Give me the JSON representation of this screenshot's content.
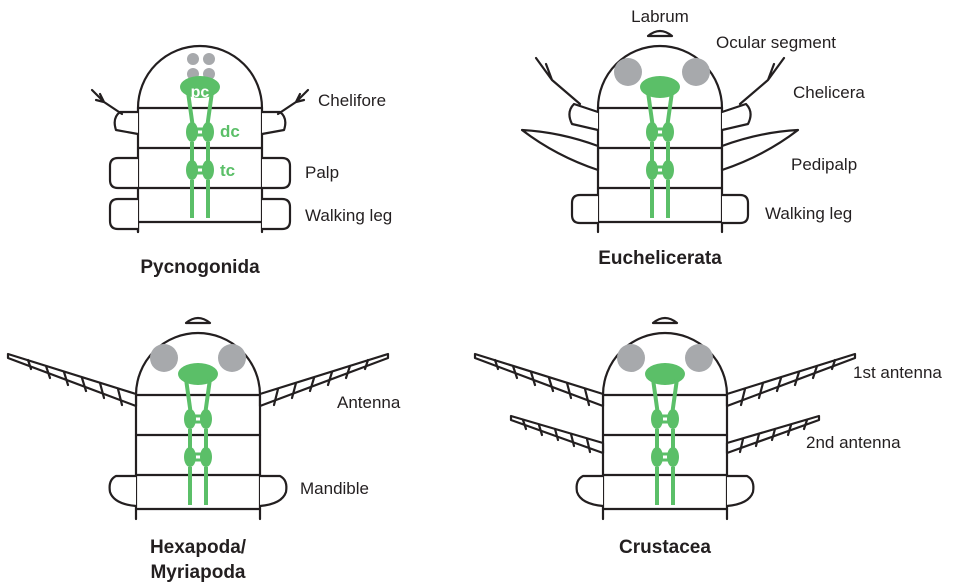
{
  "colors": {
    "nerve": "#5bbf68",
    "eye": "#a7a9ac",
    "outline": "#231f20",
    "background": "#ffffff"
  },
  "panels": {
    "pycnogonida": {
      "title": "Pycnogonida",
      "labels": {
        "appendage1": "Chelifore",
        "appendage2": "Palp",
        "appendage3": "Walking leg"
      },
      "ganglia": {
        "first": "pc",
        "second": "dc",
        "third": "tc"
      }
    },
    "euchelicerata": {
      "title": "Euchelicerata",
      "labels": {
        "labrum": "Labrum",
        "ocular": "Ocular segment",
        "appendage1": "Chelicera",
        "appendage2": "Pedipalp",
        "appendage3": "Walking leg"
      }
    },
    "hexapoda": {
      "title_line1": "Hexapoda/",
      "title_line2": "Myriapoda",
      "labels": {
        "appendage1": "Antenna",
        "appendage3": "Mandible"
      }
    },
    "crustacea": {
      "title": "Crustacea",
      "labels": {
        "appendage1": "1st antenna",
        "appendage2": "2nd antenna"
      }
    }
  }
}
